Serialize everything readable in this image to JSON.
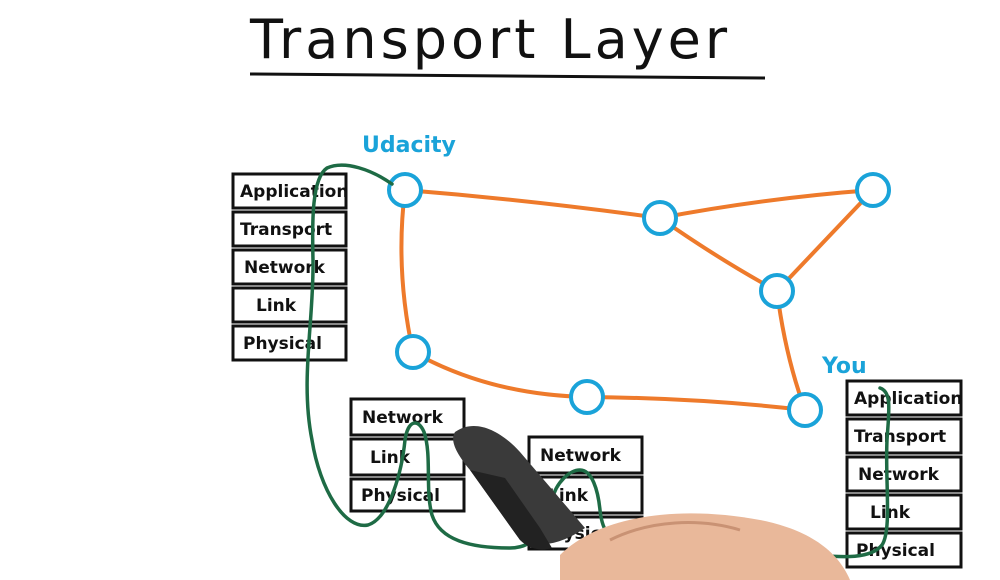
{
  "title": "Transport Layer",
  "source_label": "Udacity",
  "dest_label": "You",
  "source_stack": [
    "Application",
    "Transport",
    "Network",
    "Link",
    "Physical"
  ],
  "router1_stack": [
    "Network",
    "Link",
    "Physical"
  ],
  "router2_stack": [
    "Network",
    "Link",
    "Physical"
  ],
  "dest_stack": [
    "Application",
    "Transport",
    "Network",
    "Link",
    "Physical"
  ],
  "colors": {
    "link": "#ee7a2b",
    "node": "#1aa3d9",
    "path": "#1e6b45",
    "label": "#1aa3d9"
  }
}
